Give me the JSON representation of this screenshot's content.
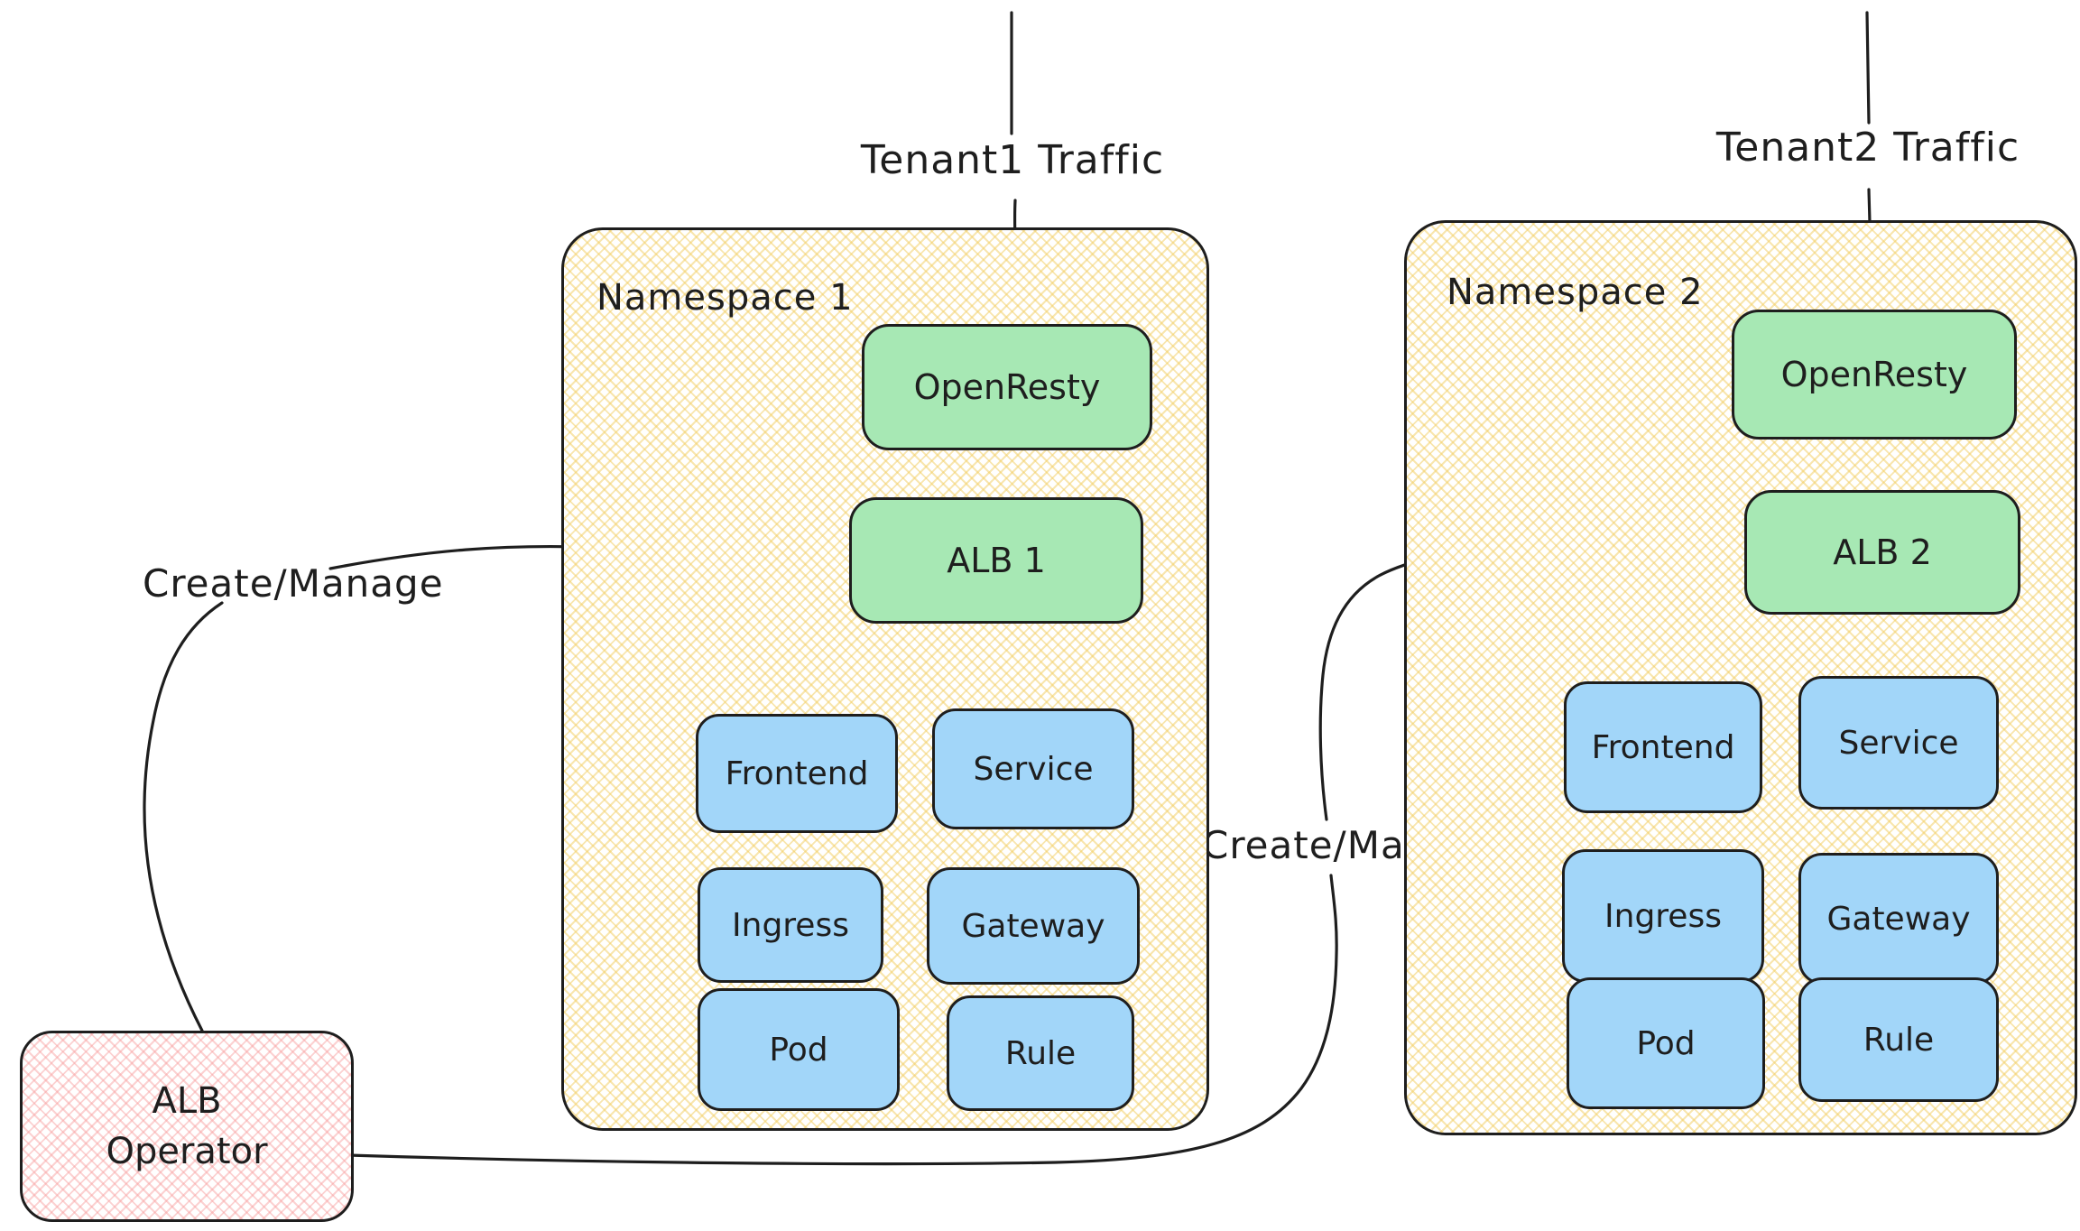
{
  "labels": {
    "tenant1_traffic": "Tenant1 Traffic",
    "tenant2_traffic": "Tenant2 Traffic",
    "create_manage_left": "Create/Manage",
    "create_manage_right": "Create/Manage"
  },
  "namespace1": {
    "title": "Namespace 1",
    "openresty": "OpenResty",
    "alb": "ALB 1",
    "resources": [
      "Frontend",
      "Service",
      "Ingress",
      "Gateway",
      "Pod",
      "Rule"
    ]
  },
  "namespace2": {
    "title": "Namespace 2",
    "openresty": "OpenResty",
    "alb": "ALB 2",
    "resources": [
      "Frontend",
      "Service",
      "Ingress",
      "Gateway",
      "Pod",
      "Rule"
    ]
  },
  "operator": {
    "line1": "ALB",
    "line2": "Operator"
  },
  "colors": {
    "stroke": "#1e1e1e",
    "namespace_hatch": "#f2cd60",
    "green_fill": "#a7e8b4",
    "blue_fill": "#a2d6f9",
    "operator_hatch": "#f8a0a0",
    "background": "#ffffff"
  }
}
